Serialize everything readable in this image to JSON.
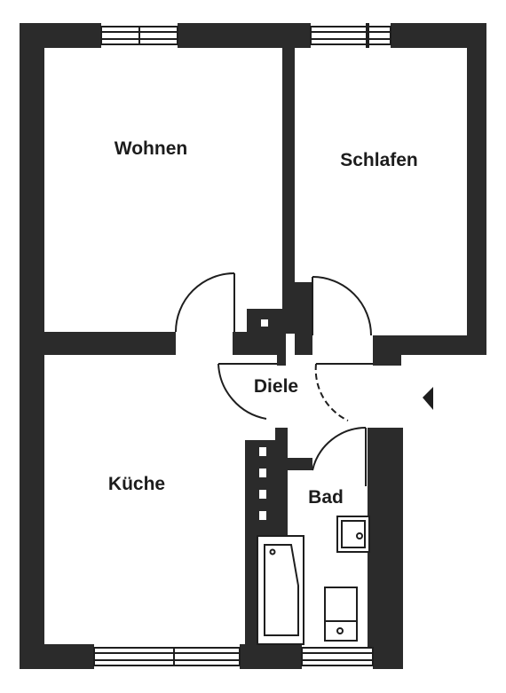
{
  "rooms": {
    "wohnen": "Wohnen",
    "schlafen": "Schlafen",
    "diele": "Diele",
    "kueche": "Küche",
    "bad": "Bad"
  },
  "colors": {
    "wall": "#2b2b2b",
    "paper": "#ffffff",
    "line": "#1e1e1e"
  }
}
